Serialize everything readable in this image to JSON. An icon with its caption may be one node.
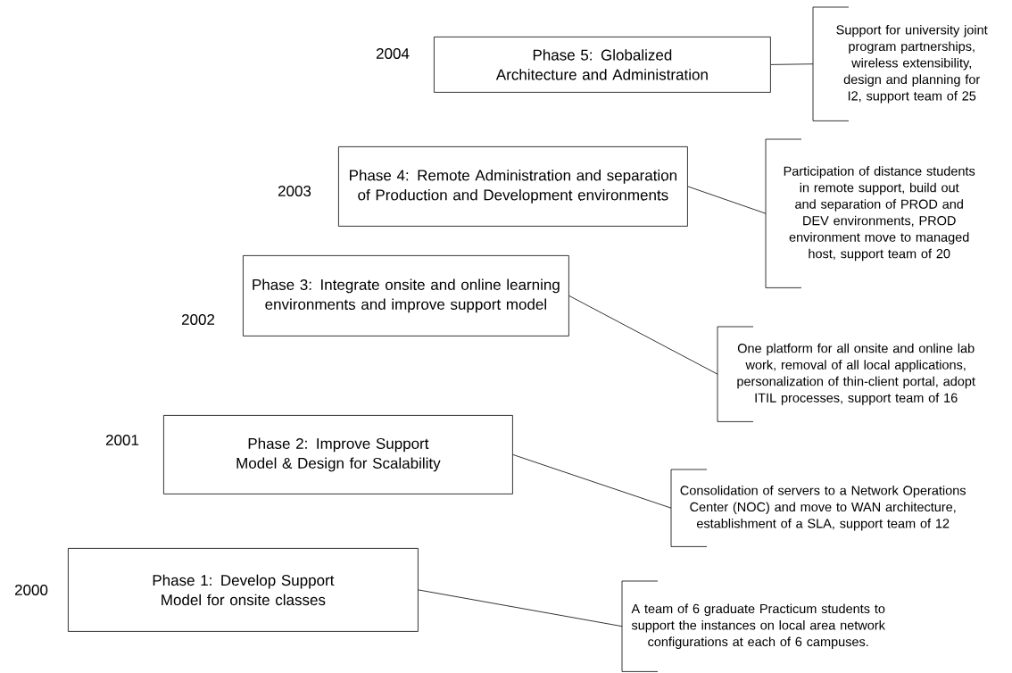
{
  "diagram": {
    "nodes": [
      {
        "text": [
          "Phase 5: Globalized Architecture and Administration"
        ],
        "beside": [
          "2004"
        ]
      },
      {
        "text": [
          "Support for university joint program partnerships, wireless extensibility, design and planning for I2, support team of 25"
        ]
      },
      {
        "text": [
          "Phase 4: Remote Administration and separation of Production and Development environments"
        ],
        "beside": [
          "2003"
        ]
      },
      {
        "text": [
          "Participation of distance students in remote support, build out and separation of PROD and DEV environments, PROD environment move to managed host, support team of 20"
        ]
      },
      {
        "text": [
          "Phase 3: Integrate onsite and online learning environments and improve support model"
        ],
        "beside": [
          "2002"
        ]
      },
      {
        "text": [
          "One platform for all onsite and online lab work, removal of all local applications, personalization of thin-client portal, adopt ITIL processes, support team of 16"
        ]
      },
      {
        "text": [
          "Phase 2: Improve Support Model & Design for Scalability"
        ],
        "beside": [
          "2001"
        ]
      },
      {
        "text": [
          "Consolidation of servers to a Network Operations Center (NOC) and move to WAN architecture, establishment of a SLA, support team of 12"
        ]
      },
      {
        "text": [
          "Phase 1: Develop Support Model for onsite classes"
        ],
        "beside": [
          "2000"
        ]
      },
      {
        "text": [
          "A team of 6 graduate Practicum students to support the instances on local area network configurations at each of 6 campuses."
        ]
      }
    ],
    "edges": [
      {
        "from": 0,
        "to": 1,
        "arrow": "none"
      },
      {
        "from": 2,
        "to": 3,
        "arrow": "none"
      },
      {
        "from": 4,
        "to": 5,
        "arrow": "none"
      },
      {
        "from": 6,
        "to": 7,
        "arrow": "none"
      },
      {
        "from": 8,
        "to": 9,
        "arrow": "none"
      }
    ]
  }
}
